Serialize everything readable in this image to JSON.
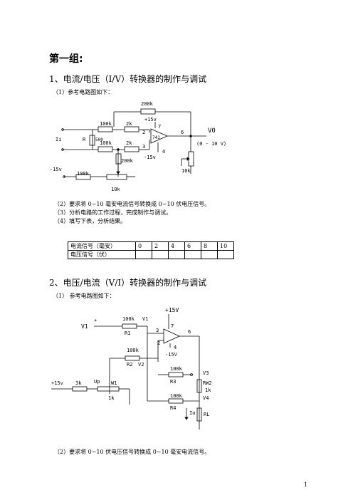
{
  "heading": "第一组:",
  "section1": {
    "title": "1、电流/电压（I/V）转换器的制作与调试",
    "item1": "（1）参考电路图如下：",
    "item2": "（2）要求将 0~10 毫安电流信号转换成 0~10 伏电压信号。",
    "item3": "（3）分析电路的工作过程，完成制作与调试。",
    "item4": "（4）填写下表，分析结果。",
    "circuit": {
      "r_feedback": "200k",
      "vcc_pos": "+15v",
      "r_100k_top": "100k",
      "r_2k_top": "2k",
      "pin7": "7",
      "pin2": "2",
      "pin6": "6",
      "output": "V0",
      "output_range": "(0 - 10 V)",
      "input": "Ii",
      "r_sense": "R",
      "r_sense_value": "500",
      "r_100k_bottom": "100k",
      "r_2k_bottom": "2k",
      "opamp": "741",
      "pin3": "3",
      "pin4": "4",
      "vcc_neg": "-15v",
      "pot_out": "10k",
      "neg_supply": "-15v",
      "r_100k_left": "100k",
      "r_200k": "200k",
      "pot_10k": "10k"
    },
    "table": {
      "row1_label": "电流信号（毫安）",
      "row2_label": "电压信号（伏）",
      "values": [
        "0",
        "2",
        "4",
        "6",
        "8",
        "10"
      ]
    }
  },
  "section2": {
    "title": "2、电压/电流（V/I）转换器的制作与调试",
    "item1": "（1）  参考电路图如下：",
    "item2": "（2）要求将 0~10 伏电压信号转换成 0~10 毫安电流信号。",
    "circuit": {
      "vcc_pos": "+15V",
      "input": "V1",
      "plus": "+",
      "r1_value": "100k",
      "r1_node": "V1",
      "r1": "R1",
      "pin7": "7",
      "pin3": "3",
      "pin6": "6",
      "pin2": "2",
      "pin4": "4",
      "vcc_neg": "-15V",
      "r2_value": "100k",
      "r2": "R2",
      "r2_node": "V2",
      "r3_value": "100k",
      "r3": "R3",
      "v3": "V3",
      "rw2": "RW2",
      "rw2_value": "1k",
      "v4": "V4",
      "r4_value": "100k",
      "r4": "R4",
      "io": "Io",
      "rl": "RL",
      "supply": "+15v",
      "r_3k": "3k",
      "up": "Up",
      "w1": "W1",
      "w1_value": "1k"
    }
  },
  "page_number": "1"
}
